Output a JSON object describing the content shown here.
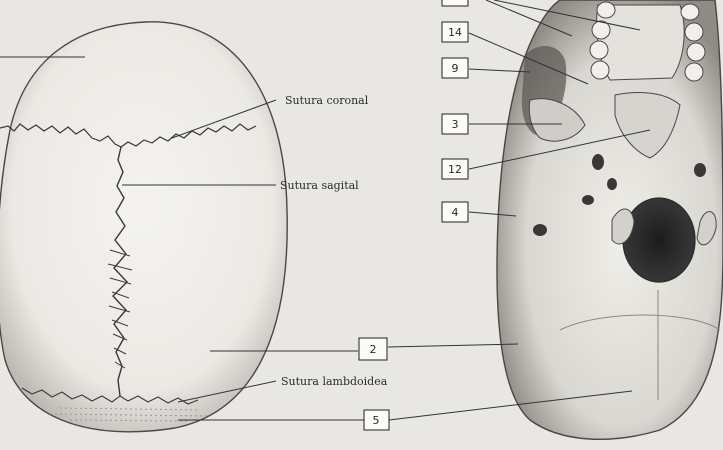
{
  "labels": {
    "coronal": "Sutura coronal",
    "sagittal": "Sutura sagital",
    "lambdoid": "Sutura lambdoidea"
  },
  "callouts": {
    "c14": "14",
    "c9": "9",
    "c3": "3",
    "c12": "12",
    "c4": "4",
    "c2": "2",
    "c5": "5"
  },
  "colors": {
    "paper": "#e9e7e3",
    "ink": "#2a2a2a",
    "bone": "#f3f2ee",
    "shadow": "#7a7874"
  }
}
